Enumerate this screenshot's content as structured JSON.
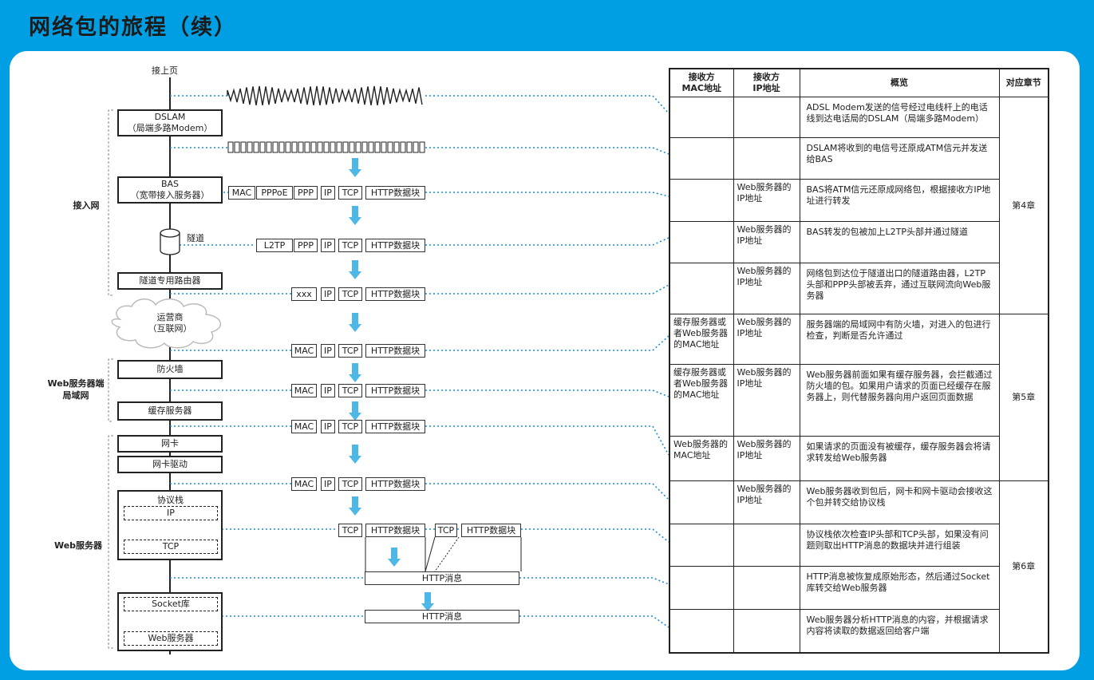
{
  "title": "网络包的旅程（续）",
  "from_prev": "接上页",
  "groups": {
    "access": "接入网",
    "web_lan": "Web服务器端\n局域网",
    "web_server": "Web服务器"
  },
  "devices": {
    "dslam": "DSLAM\n（局端多路Modem）",
    "bas": "BAS\n（宽带接入服务器）",
    "tunnel": "隧道",
    "tunnel_router": "隧道专用路由器",
    "isp": "运营商\n（互联网）",
    "firewall": "防火墙",
    "cache": "缓存服务器",
    "nic": "网卡",
    "nic_driver": "网卡驱动",
    "stack": "协议栈",
    "stack_ip": "IP",
    "stack_tcp": "TCP",
    "socket": "Socket库",
    "webserver": "Web服务器"
  },
  "packets": {
    "mac": "MAC",
    "pppoe": "PPPoE",
    "ppp": "PPP",
    "ip": "IP",
    "tcp": "TCP",
    "http_block": "HTTP数据块",
    "l2tp": "L2TP",
    "xxx": "xxx",
    "http_msg": "HTTP消息"
  },
  "table": {
    "headers": [
      "接收方\nMAC地址",
      "接收方\nIP地址",
      "概览",
      "对应章节"
    ],
    "rows": [
      {
        "mac": "",
        "ip": "",
        "overview": "ADSL Modem发送的信号经过电线杆上的电话线到达电话局的DSLAM（局端多路Modem）"
      },
      {
        "mac": "",
        "ip": "",
        "overview": "DSLAM将收到的电信号还原成ATM信元并发送给BAS"
      },
      {
        "mac": "",
        "ip": "Web服务器的\nIP地址",
        "overview": "BAS将ATM信元还原成网络包，根据接收方IP地址进行转发"
      },
      {
        "mac": "",
        "ip": "Web服务器的\nIP地址",
        "overview": "BAS转发的包被加上L2TP头部并通过隧道"
      },
      {
        "mac": "",
        "ip": "Web服务器的\nIP地址",
        "overview": "网络包到达位于隧道出口的隧道路由器，L2TP头部和PPP头部被丢弃，通过互联网流向Web服务器"
      },
      {
        "mac": "缓存服务器或\n者Web服务器\n的MAC地址",
        "ip": "Web服务器的\nIP地址",
        "overview": "服务器端的局域网中有防火墙，对进入的包进行检查，判断是否允许通过"
      },
      {
        "mac": "缓存服务器或\n者Web服务器\n的MAC地址",
        "ip": "Web服务器的\nIP地址",
        "overview": "Web服务器前面如果有缓存服务器，会拦截通过防火墙的包。如果用户请求的页面已经缓存在服务器上，则代替服务器向用户返回页面数据"
      },
      {
        "mac": "Web服务器的\nMAC地址",
        "ip": "Web服务器的\nIP地址",
        "overview": "如果请求的页面没有被缓存，缓存服务器会将请求转发给Web服务器"
      },
      {
        "mac": "",
        "ip": "Web服务器的\nIP地址",
        "overview": "Web服务器收到包后，网卡和网卡驱动会接收这个包并转交给协议栈"
      },
      {
        "mac": "",
        "ip": "",
        "overview": "协议栈依次检查IP头部和TCP头部，如果没有问题则取出HTTP消息的数据块并进行组装"
      },
      {
        "mac": "",
        "ip": "",
        "overview": "HTTP消息被恢复成原始形态，然后通过Socket库转交给Web服务器"
      },
      {
        "mac": "",
        "ip": "",
        "overview": "Web服务器分析HTTP消息的内容，并根据请求内容将读取的数据返回给客户端"
      }
    ],
    "chapters": [
      "第4章",
      "第5章",
      "第6章"
    ]
  },
  "colors": {
    "background": "#009fe3",
    "arrow": "#4db8e8",
    "dotline": "#1a8fd0"
  }
}
